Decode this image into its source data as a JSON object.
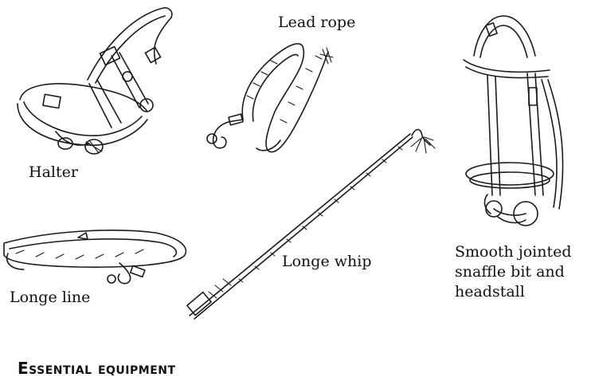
{
  "labels": {
    "halter": "Halter",
    "lead_rope": "Lead rope",
    "longe_line": "Longe line",
    "longe_whip": "Longe whip",
    "bridle": [
      "Smooth jointed",
      "snaffle bit and",
      "headstall"
    ]
  },
  "caption": "Essential equipment",
  "colors": {
    "ink": "#1a1a1a",
    "background": "#ffffff"
  }
}
